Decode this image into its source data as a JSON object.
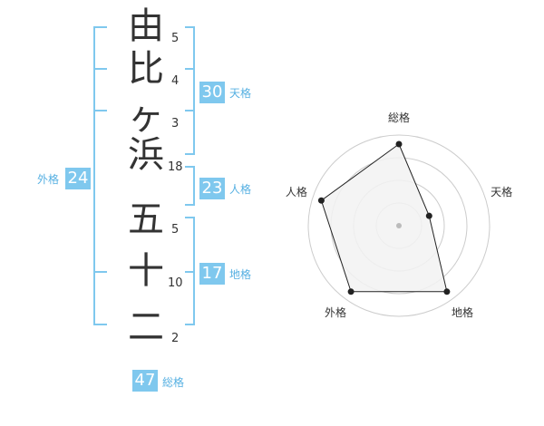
{
  "name": {
    "characters": [
      "由",
      "比",
      "ヶ",
      "浜",
      "五",
      "十",
      "二"
    ],
    "strokes": [
      "5",
      "4",
      "3",
      "18",
      "5",
      "10",
      "2"
    ]
  },
  "grid": {
    "tenkaku": {
      "value": "30",
      "label": "天格"
    },
    "jinkaku": {
      "value": "23",
      "label": "人格"
    },
    "chikaku": {
      "value": "17",
      "label": "地格"
    },
    "gaikaku": {
      "value": "24",
      "label": "外格"
    },
    "soukaku": {
      "value": "47",
      "label": "総格"
    }
  },
  "radar": {
    "axes": [
      "総格",
      "天格",
      "地格",
      "外格",
      "人格"
    ],
    "values": [
      0.9,
      0.35,
      0.9,
      0.9,
      0.9
    ],
    "rings": 4,
    "fill": "#f2f2f2",
    "stroke": "#222222",
    "ring_color": "#cccccc"
  },
  "colors": {
    "accent": "#7fc8ee",
    "label": "#56b0e2",
    "bracket": "#7fc8ee"
  }
}
